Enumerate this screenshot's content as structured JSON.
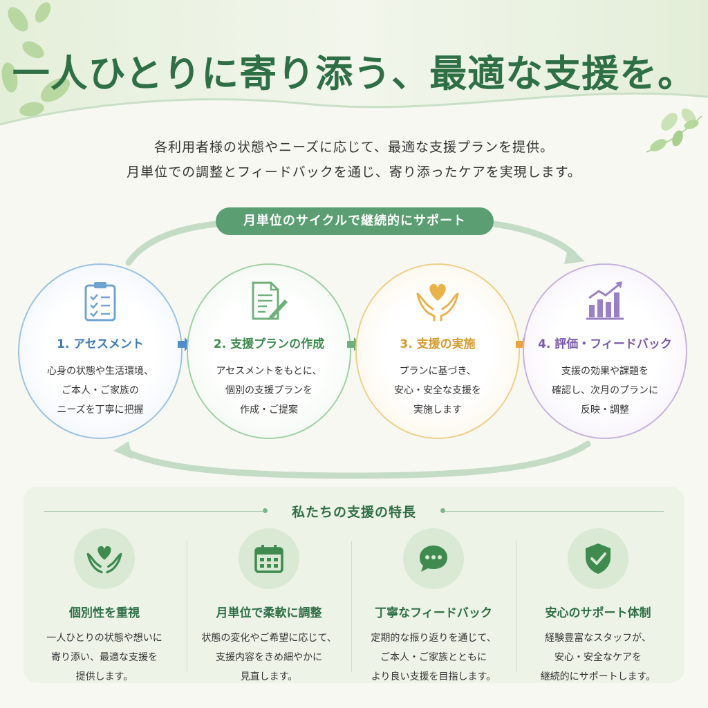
{
  "header": {
    "title": "一人ひとりに寄り添う、最適な支援を。",
    "subtitle_line1": "各利用者様の状態やニーズに応じて、最適な支援プランを提供。",
    "subtitle_line2": "月単位での調整とフィードバックを通じ、寄り添ったケアを実現します。"
  },
  "cycle": {
    "label": "月単位のサイクルで継続的にサポート",
    "steps": [
      {
        "title": "1. アセスメント",
        "icon": "clipboard-checklist-icon",
        "color": "#3f7bb5",
        "lines": [
          "心身の状態や生活環境、",
          "ご本人・ご家族の",
          "ニーズを丁寧に把握"
        ]
      },
      {
        "title": "2. 支援プランの作成",
        "icon": "document-pen-icon",
        "color": "#3f8a4f",
        "lines": [
          "アセスメントをもとに、",
          "個別の支援プランを",
          "作成・ご提案"
        ]
      },
      {
        "title": "3. 支援の実施",
        "icon": "hands-heart-icon",
        "color": "#d59a2a",
        "lines": [
          "プランに基づき、",
          "安心・安全な支援を",
          "実施します"
        ]
      },
      {
        "title": "4. 評価・フィードバック",
        "icon": "bar-chart-icon",
        "color": "#7a5aa8",
        "lines": [
          "支援の効果や課題を",
          "確認し、次月のプランに",
          "反映・調整"
        ]
      }
    ]
  },
  "features": {
    "heading": "私たちの支援の特長",
    "items": [
      {
        "title": "個別性を重視",
        "icon": "hands-heart-icon",
        "lines": [
          "一人ひとりの状態や想いに",
          "寄り添い、最適な支援を",
          "提供します。"
        ]
      },
      {
        "title": "月単位で柔軟に調整",
        "icon": "calendar-icon",
        "lines": [
          "状態の変化やご希望に応じて、",
          "支援内容をきめ細やかに",
          "見直します。"
        ]
      },
      {
        "title": "丁寧なフィードバック",
        "icon": "chat-bubble-icon",
        "lines": [
          "定期的な振り返りを通じて、",
          "ご本人・ご家族とともに",
          "より良い支援を目指します。"
        ]
      },
      {
        "title": "安心のサポート体制",
        "icon": "shield-check-icon",
        "lines": [
          "経験豊富なスタッフが、",
          "安心・安全なケアを",
          "継続的にサポートします。"
        ]
      }
    ]
  },
  "colors": {
    "brand_green": "#2f6f45",
    "pill_green": "#5a9e72",
    "feature_bg": "#eef3e8"
  }
}
